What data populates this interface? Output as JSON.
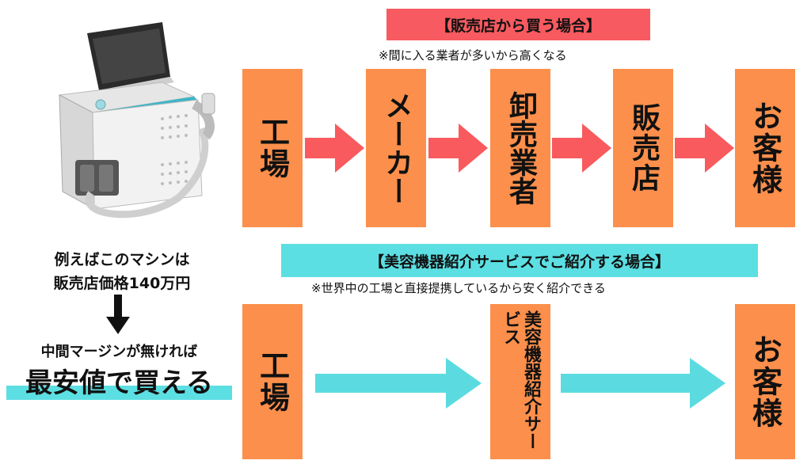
{
  "colors": {
    "box": "#fb8f4b",
    "red": "#f85a5e",
    "cyan": "#5bdbe0",
    "banner_red": "#f75a60",
    "banner_cyan": "#5cdfe3"
  },
  "left": {
    "line1": "例えばこのマシンは",
    "line2": "販売店価格140万円",
    "down_arrow_icon": "down-arrow",
    "line3": "中間マージンが無ければ",
    "line4": "最安値で買える"
  },
  "top": {
    "banner": "【販売店から買う場合】",
    "note": "※間に入る業者が多いから高くなる",
    "steps": [
      "工場",
      "メーカー",
      "卸売業者",
      "販売店",
      "お客様"
    ]
  },
  "bottom": {
    "banner": "【美容機器紹介サービスでご紹介する場合】",
    "note": "※世界中の工場と直接提携しているから安く紹介できる",
    "steps": [
      "工場",
      "美容機器紹介サービス",
      "お客様"
    ]
  }
}
